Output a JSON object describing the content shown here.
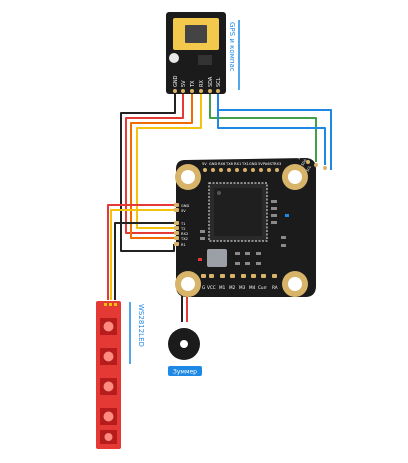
{
  "gps": {
    "title": "GPS и компас",
    "pins": [
      "GND",
      "5V",
      "TX",
      "RX",
      "SDA",
      "SCL"
    ]
  },
  "fc": {
    "top_pads": [
      "5V",
      "GND",
      "RX6",
      "TX6",
      "RX1",
      "TX1",
      "GND",
      "5V",
      "PA6ST",
      "RX3"
    ],
    "left_pads": [
      "GND",
      "5V",
      "T1",
      "T2",
      "RX2",
      "TX2",
      "R1"
    ],
    "bottom_pads": [
      "G",
      "VCC",
      "M1",
      "M2",
      "M3",
      "M4",
      "Curr",
      "RA"
    ],
    "right_pads": [
      "3V3",
      "SDA",
      "SCL"
    ]
  },
  "led": {
    "title": "WS2812LED"
  },
  "buzzer": {
    "title": "Зуммер"
  },
  "colors": {
    "wire_red": "#e53935",
    "wire_orange": "#ef6c00",
    "wire_yellow": "#f4c20d",
    "wire_green": "#43a047",
    "wire_blue": "#1e88e5",
    "wire_black": "#222222",
    "gold": "#d8b46a",
    "board": "#1b1b1b",
    "accent": "#1e88e5"
  }
}
